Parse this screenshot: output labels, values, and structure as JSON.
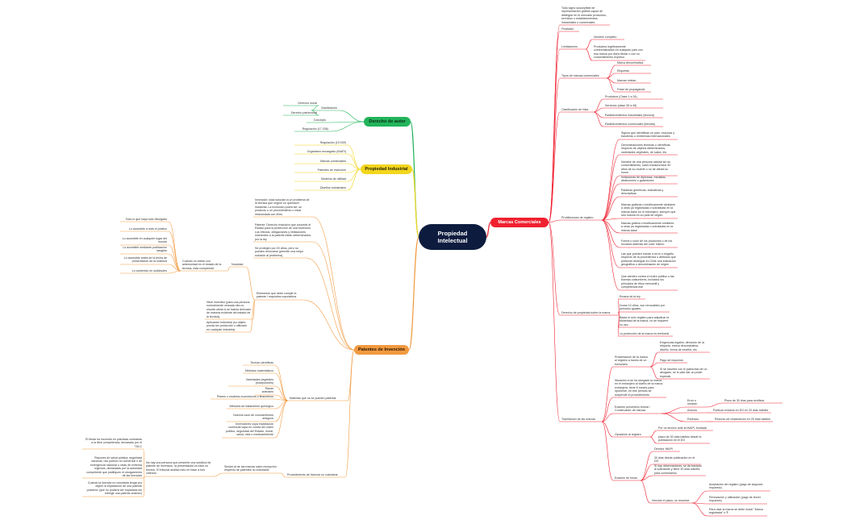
{
  "central": "Propiedad\nIntelectual",
  "colors": {
    "green": "#22b45a",
    "yellow": "#f2d61e",
    "orange": "#f29a40",
    "red": "#f02030",
    "central": "#0d1b3e"
  },
  "derecho_autor": {
    "label": "Derecho de autor",
    "clasificacion": {
      "label": "Clasificación",
      "items": [
        "Derecho moral",
        "Derecho patrimonial"
      ]
    },
    "concepto": "Concepto",
    "regulacion": "Regulación (17.336)"
  },
  "propiedad_industrial": {
    "label": "Propiedad Industrial",
    "items": [
      "Regulación (19.039)",
      "Organismo encargado (INAPI)",
      "Marcas comerciales",
      "Patentes de invención",
      "Modelos de utilidad",
      "Diseños industriales"
    ]
  },
  "patentes": {
    "label": "Patentes de Invención",
    "intro": [
      "Invención: toda solución a un problema de la técnica que origine un quehacer industrial. La invención podrá ser un producto o un procedimiento o estar relacionada con ellos.",
      "Patente: Derecho exclusivo que concede el Estado para la protección de una invención. Los efectos, obligaciones y limitaciones inherentes a la patente están determinados por la ley.",
      "Se protegen por 20 años, pero no pueden renovarse (permite una mejor solución al problema)."
    ],
    "requisitos": {
      "label": "Elementos que debe cumplir la patente / requisitos copulativos",
      "novedad": {
        "label": "Novedad",
        "desc": "Cuando no existe con anterioridad en el estado de la técnica, ésta comprende:",
        "items": [
          "Todo lo que haya sido divulgado",
          "Lo accesible a todo el público",
          "Lo accesible en cualquier lugar del mundo",
          "Lo accesible mediante publicación tangible",
          "Lo accesible antes de la fecha de presentación de la solicitud",
          "Lo contenido en solicitudes"
        ]
      },
      "nivel": "Nivel inventivo (para una persona normalmente versada ella no resulta obvia ni se habría derivado de manera evidente del estado de la técnica).",
      "aplicacion": "Aplicación industrial (su objeto pueda ser producido o utilizado en cualquier industria)."
    },
    "no_patentes": {
      "label": "Materias que no se pueden patentar",
      "items": [
        "Teorías científicas",
        "Métodos matemáticos",
        "Variedades vegetales (excepciones)",
        "Razas animales",
        "Planes o modelos económicos o financieros",
        "Métodos de tratamiento quirúrgico",
        "Nuevos usos de conocimientos antiguos",
        "Invenciones cuya explotación comercial vaya en contra del orden público, seguridad del Estado, moral, salud, vida o medioambiente"
      ]
    },
    "licencia": {
      "label": "Procedimiento de licencia no voluntaria",
      "desc": "Similar al de las marcas salvo excepción respecto de patentes no voluntaria:",
      "sub": "No hay una persona que presente una solicitud de patente de invención, la presentación la hace un tercero. El tribunal analiza esto en base a tres criterios:",
      "items": [
        "El titular ha incurrido en prácticas contrarias a la libre competencia, declarado por el TDLC",
        "Razones de salud pública, seguridad nacional, uso público no comercial o de emergencia nacional u otras de extrema urgencia, declaradas por la autoridad competente que justifiquen el otorgamiento de las licencias",
        "Cuando la licencia no voluntaria tenga por objeto la explotación de una patente posterior (que no pudiera ser explotada sin infringir una patente anterior)"
      ]
    }
  },
  "marcas": {
    "label": "Marcas Comerciales",
    "def": "Todo signo susceptible de representación gráfica capaz de distinguir en el mercado productos, servicios o establecimientos industriales o comerciales",
    "finalidad": "Finalidad",
    "limitaciones": {
      "label": "Limitaciones",
      "items": [
        "Nombre completo",
        "Productos legítimamente comercializados en cualquier país con esa marca por dicho titular o con su consentimiento expreso"
      ]
    },
    "tipos": {
      "label": "Tipos de marcas comerciales",
      "items": [
        "Marca denominativa",
        "Etiquetas",
        "Marcas mixtas",
        "Frase de propaganda"
      ]
    },
    "clasificacion": {
      "label": "Clasificación de Niza",
      "items": [
        "Productos (Clase 1 a 34)",
        "Servicios (clase 35 a 45)",
        "Establecimientos industriales (técnica)",
        "Establecimientos comerciales (tiendas)"
      ]
    },
    "prohibiciones": {
      "label": "Prohibiciones de registro",
      "items": [
        "Signos que identifican un país, escudos y banderas o emblemas internacionales",
        "Denominaciones técnicas o científicas respecto de objetos determinados, variedades vegetales, de salud, etc",
        "Nombre de una persona natural sin su consentimiento, salvo transcurridos 50 años de su muerte o no de afecta su honor",
        "Imitaciones de diplomas, medallas, distinciones o galardones",
        "Palabras genéricas, indicativas y descriptivas",
        "Marcas gráficas o fonéticamente similares a otras ya registradas o solicitadas en la misma clase en el extranjero, siempre que sea notoria en su país de origen.",
        "Marcas gráfica o fonéticamente similares a otras ya registradas o solicitadas en la misma clase",
        "Forma o color de los productos o de los envases además del color mismo",
        "Las que pueden inducir a error o engaño respecto de la procedencia o atributos que pretende distinguir en Chile una indicación geográfica o denominación de origen",
        "Que atenten contra el orden público o las buenas costumbres, incluidos los principios de ética mercantil y competencia leal"
      ]
    },
    "derecho": {
      "label": "Derecho de propiedad sobre la marca",
      "items": [
        "Emana de la ley",
        "Duran 10 años, son renovables por periodos iguales",
        "Basta el sólo registro para adjudicar la titularidad de la marca, no se requiere su uso",
        "La protección de la marca es territorial"
      ]
    },
    "tramitacion": {
      "label": "Tramitación de las marcas",
      "presentacion": {
        "label": "Presentación de la marca al registro a través de un formulario",
        "items": [
          "Exigencias legales: dirección de la etiqueta, marca denominativa, diseño, forma de escribir, etc.",
          "Pago de impuesto",
          "Si se inscribe con el patrocinio de un abogado, se le pide dar un poder especial"
        ]
      },
      "situacion": "Situación si se ha otorgado la marca en el extranjero al dueño de la marca extranjera. tiene 6 meses para oponerse, en ese periodo se suspende el procedimiento",
      "examen": {
        "label": "Examen preventivo formal / Conservador de marcas",
        "rows": [
          [
            "Error u omisión",
            "Plazo de 30 días para rectificar"
          ],
          [
            "Aviso/a",
            "Publicar extracto en DO en 20 días hábiles"
          ],
          [
            "Rechazo",
            "Recurso de reclamación en 25 días hábiles"
          ]
        ]
      },
      "oposicion": {
        "label": "Oposición al registro",
        "items": [
          "Por un tercero ante la INAPI, fundada",
          "plazo de 30 días hábiles desde la publicación en el DO"
        ]
      },
      "fondo": {
        "label": "Examen de fondo",
        "items": [
          "Director INAPI",
          "30 días desde publicación en el DO",
          "Si hay observaciones, se da traslado al solicitante y tiene 30 días hábiles para comentarlos"
        ],
        "resuelve": {
          "label": "Vencido el plazo, se resuelve",
          "items": [
            "Aceptación del registro (pago de segundo impuesto)",
            "Renovación y utilización (pago de tercer impuesto)",
            "Para usar la marca se debe incluir \"Marca registrada\" o ®"
          ]
        }
      }
    }
  }
}
